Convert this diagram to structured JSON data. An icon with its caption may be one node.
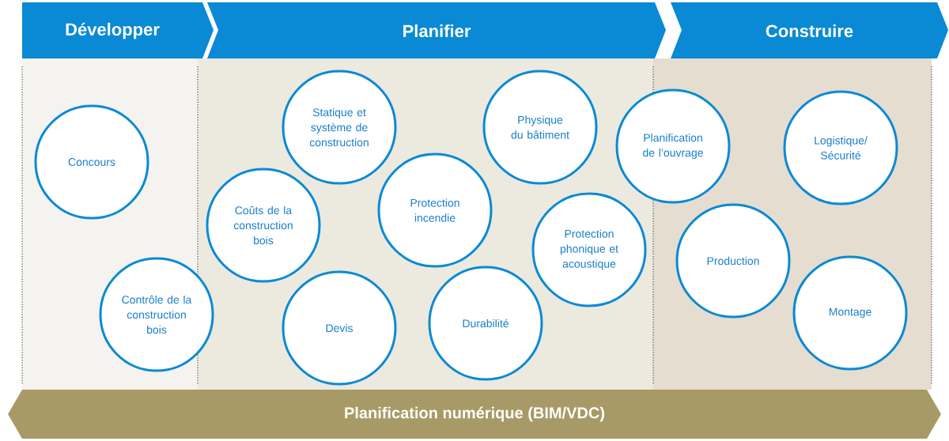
{
  "diagram": {
    "nodes": [
      {
        "text": [
          "Développer"
        ]
      },
      {
        "text": [
          "Planifier"
        ]
      },
      {
        "text": [
          "Construire"
        ]
      },
      {
        "text": [
          "Concours"
        ]
      },
      {
        "text": [
          "Contrôle de la construction bois"
        ]
      },
      {
        "text": [
          "Statique et système de construction"
        ]
      },
      {
        "text": [
          "Coûts de la construction bois"
        ]
      },
      {
        "text": [
          "Devis"
        ]
      },
      {
        "text": [
          "Protection incendie"
        ]
      },
      {
        "text": [
          "Durabilité"
        ]
      },
      {
        "text": [
          "Physique du bâtiment"
        ]
      },
      {
        "text": [
          "Protection phonique et acoustique"
        ]
      },
      {
        "text": [
          "Planification de l’ouvrage"
        ]
      },
      {
        "text": [
          "Production"
        ]
      },
      {
        "text": [
          "Logistique/ Sécurité"
        ]
      },
      {
        "text": [
          "Montage"
        ]
      },
      {
        "text": [
          "Planification numérique (BIM/VDC)"
        ]
      }
    ]
  }
}
